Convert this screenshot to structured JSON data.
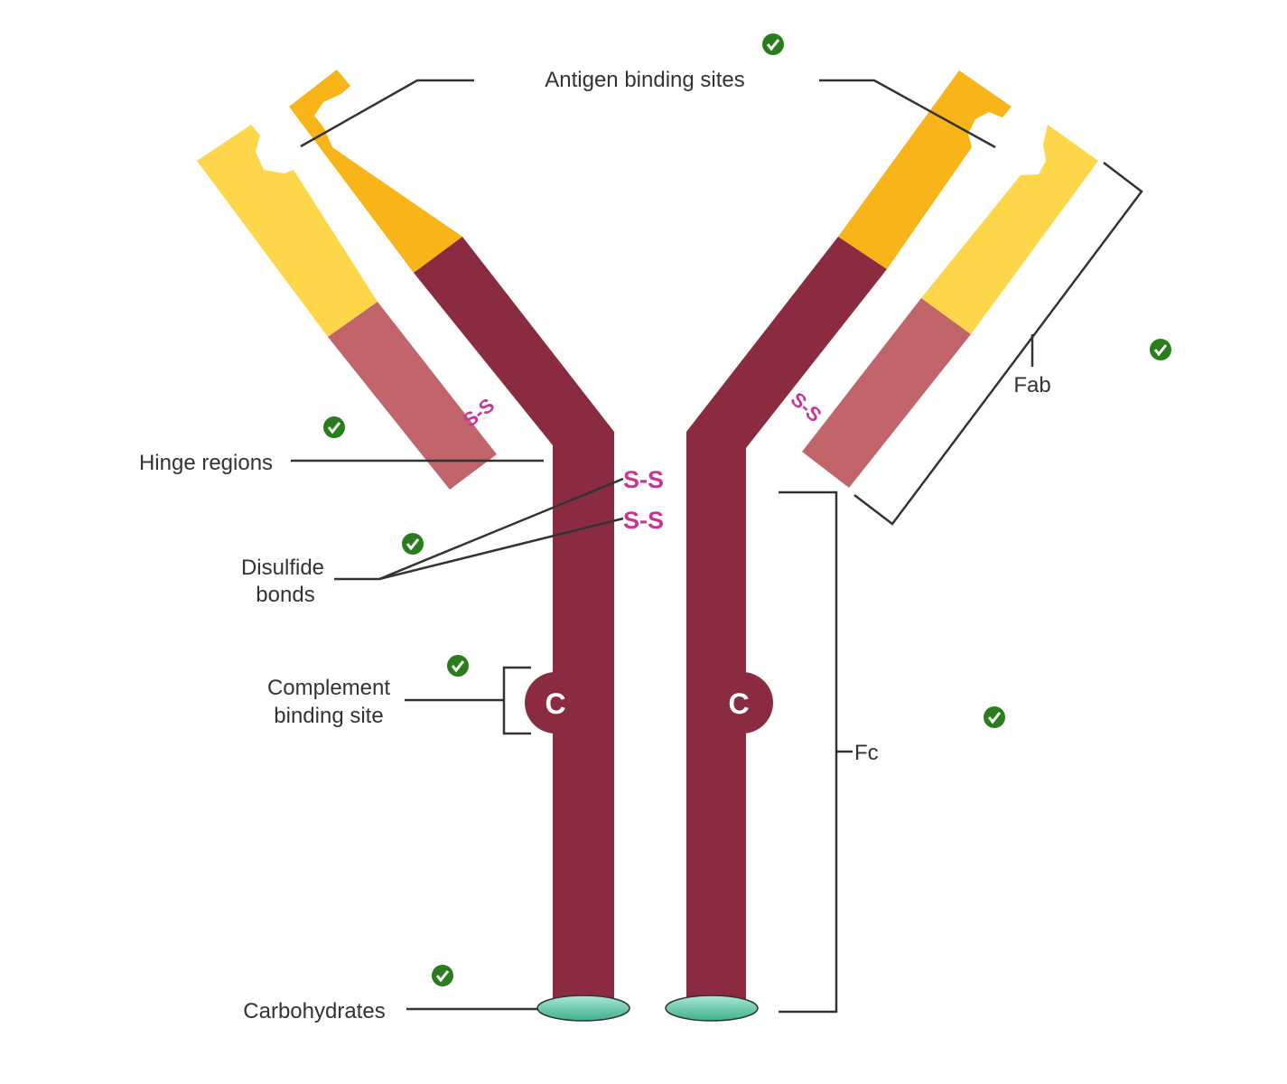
{
  "labels": {
    "antigen_binding_sites": "Antigen binding sites",
    "hinge_regions": "Hinge regions",
    "disulfide_line1": "Disulfide",
    "disulfide_line2": "bonds",
    "complement_line1": "Complement",
    "complement_line2": "binding site",
    "carbohydrates": "Carbohydrates",
    "fab": "Fab",
    "fc": "Fc"
  },
  "bond_marks": {
    "left_arm": "S-S",
    "right_arm": "S-S",
    "hinge_top": "S-S",
    "hinge_bottom": "S-S"
  },
  "complement_marks": {
    "left": "C",
    "right": "C"
  },
  "colors": {
    "heavy_constant": "#8b2b3f",
    "light_constant": "#c1656a",
    "light_variable": "#fdd64a",
    "heavy_variable": "#f8b418",
    "disulfide": "#c8349a",
    "carbohydrate": "#5cc9a8",
    "check": "#2a7d1c"
  },
  "checkmark_count": 7
}
